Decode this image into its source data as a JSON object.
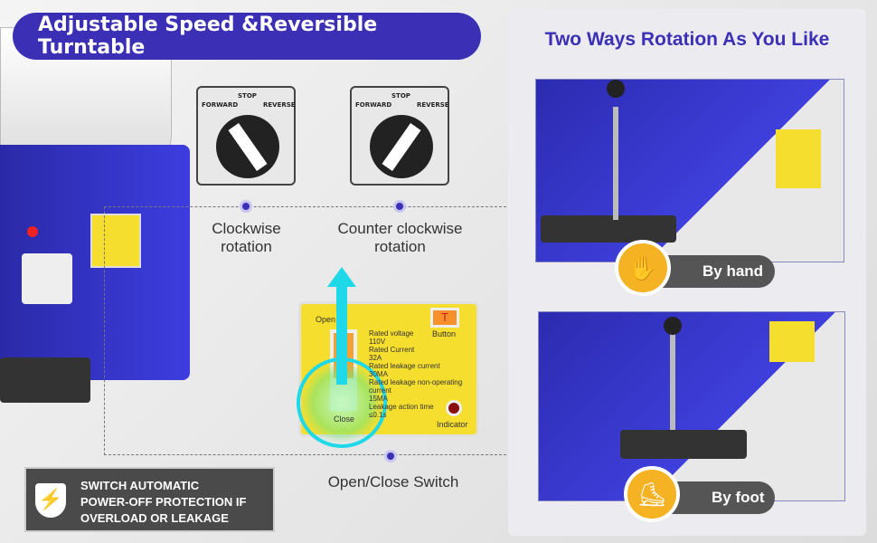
{
  "banner": {
    "title": "Adjustable Speed &Reversible Turntable"
  },
  "switches": [
    {
      "stop": "STOP",
      "forward": "FORWARD",
      "reverse": "REVERSE",
      "caption_line1": "Clockwise",
      "caption_line2": "rotation"
    },
    {
      "stop": "STOP",
      "forward": "FORWARD",
      "reverse": "REVERSE",
      "caption_line1": "Counter clockwise",
      "caption_line2": "rotation"
    }
  ],
  "protector": {
    "open": "Open",
    "close": "Close",
    "specs": [
      "Rated voltage",
      "110V",
      "Rated Current",
      "32A",
      "Rated leakage current",
      "30MA",
      "Rated leakage non-operating current",
      "15MA",
      "Leakage action time",
      "≤0.1s"
    ],
    "button": "T",
    "button_label": "Button",
    "indicator_label": "Indicator",
    "caption": "Open/Close Switch"
  },
  "badge": {
    "line1": "SWITCH AUTOMATIC",
    "line2": "POWER-OFF PROTECTION IF",
    "line3": "OVERLOAD OR LEAKAGE"
  },
  "right_panel": {
    "title": "Two Ways Rotation As You Like",
    "hand_label": "By hand",
    "foot_label": "By foot"
  },
  "colors": {
    "brand": "#3b2fb5",
    "accent": "#f5b223"
  }
}
